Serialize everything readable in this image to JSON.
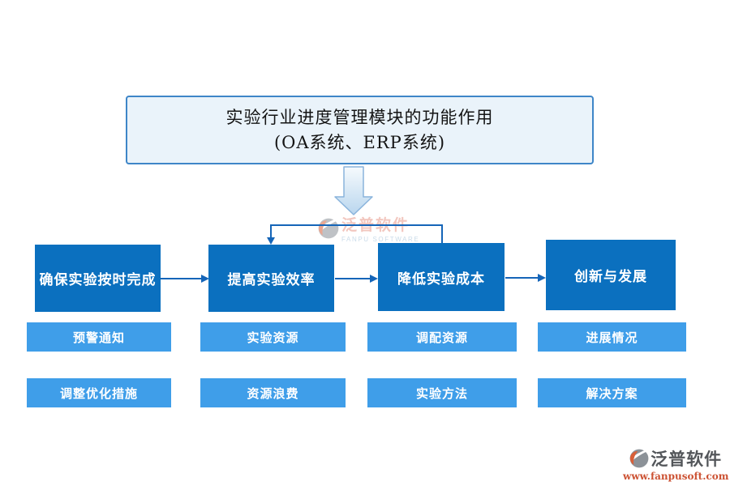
{
  "title": {
    "line1": "实验行业进度管理模块的功能作用",
    "line2": "(OA系统、ERP系统)"
  },
  "columns": [
    {
      "main": "确保实验按时完成",
      "sub1": "预警通知",
      "sub2": "调整优化措施"
    },
    {
      "main": "提高实验效率",
      "sub1": "实验资源",
      "sub2": "资源浪费"
    },
    {
      "main": "降低实验成本",
      "sub1": "调配资源",
      "sub2": "实验方法"
    },
    {
      "main": "创新与发展",
      "sub1": "进展情况",
      "sub2": "解决方案"
    }
  ],
  "watermark": {
    "name": "泛普软件",
    "subtitle": "FANPU SOFTWARE"
  },
  "brand": {
    "name": "泛普软件",
    "url": "www.fanpusoft.com"
  },
  "colors": {
    "main_box": "#0b70bf",
    "sub_box": "#3f9ee9",
    "connector_line": "#1565b8",
    "title_bg": "#eaf3fa",
    "title_border": "#3e86c8",
    "big_arrow_fill_top": "#f6fafd",
    "big_arrow_fill_bottom": "#b9d6ee",
    "brand_text": "#53565a",
    "brand_url": "#cc5233",
    "logo_orange": "#d95f38",
    "logo_grey": "#8c9298"
  },
  "icons": {
    "down_arrow": "big-down-arrow",
    "fanpu_logo": "fanpu-logo"
  }
}
